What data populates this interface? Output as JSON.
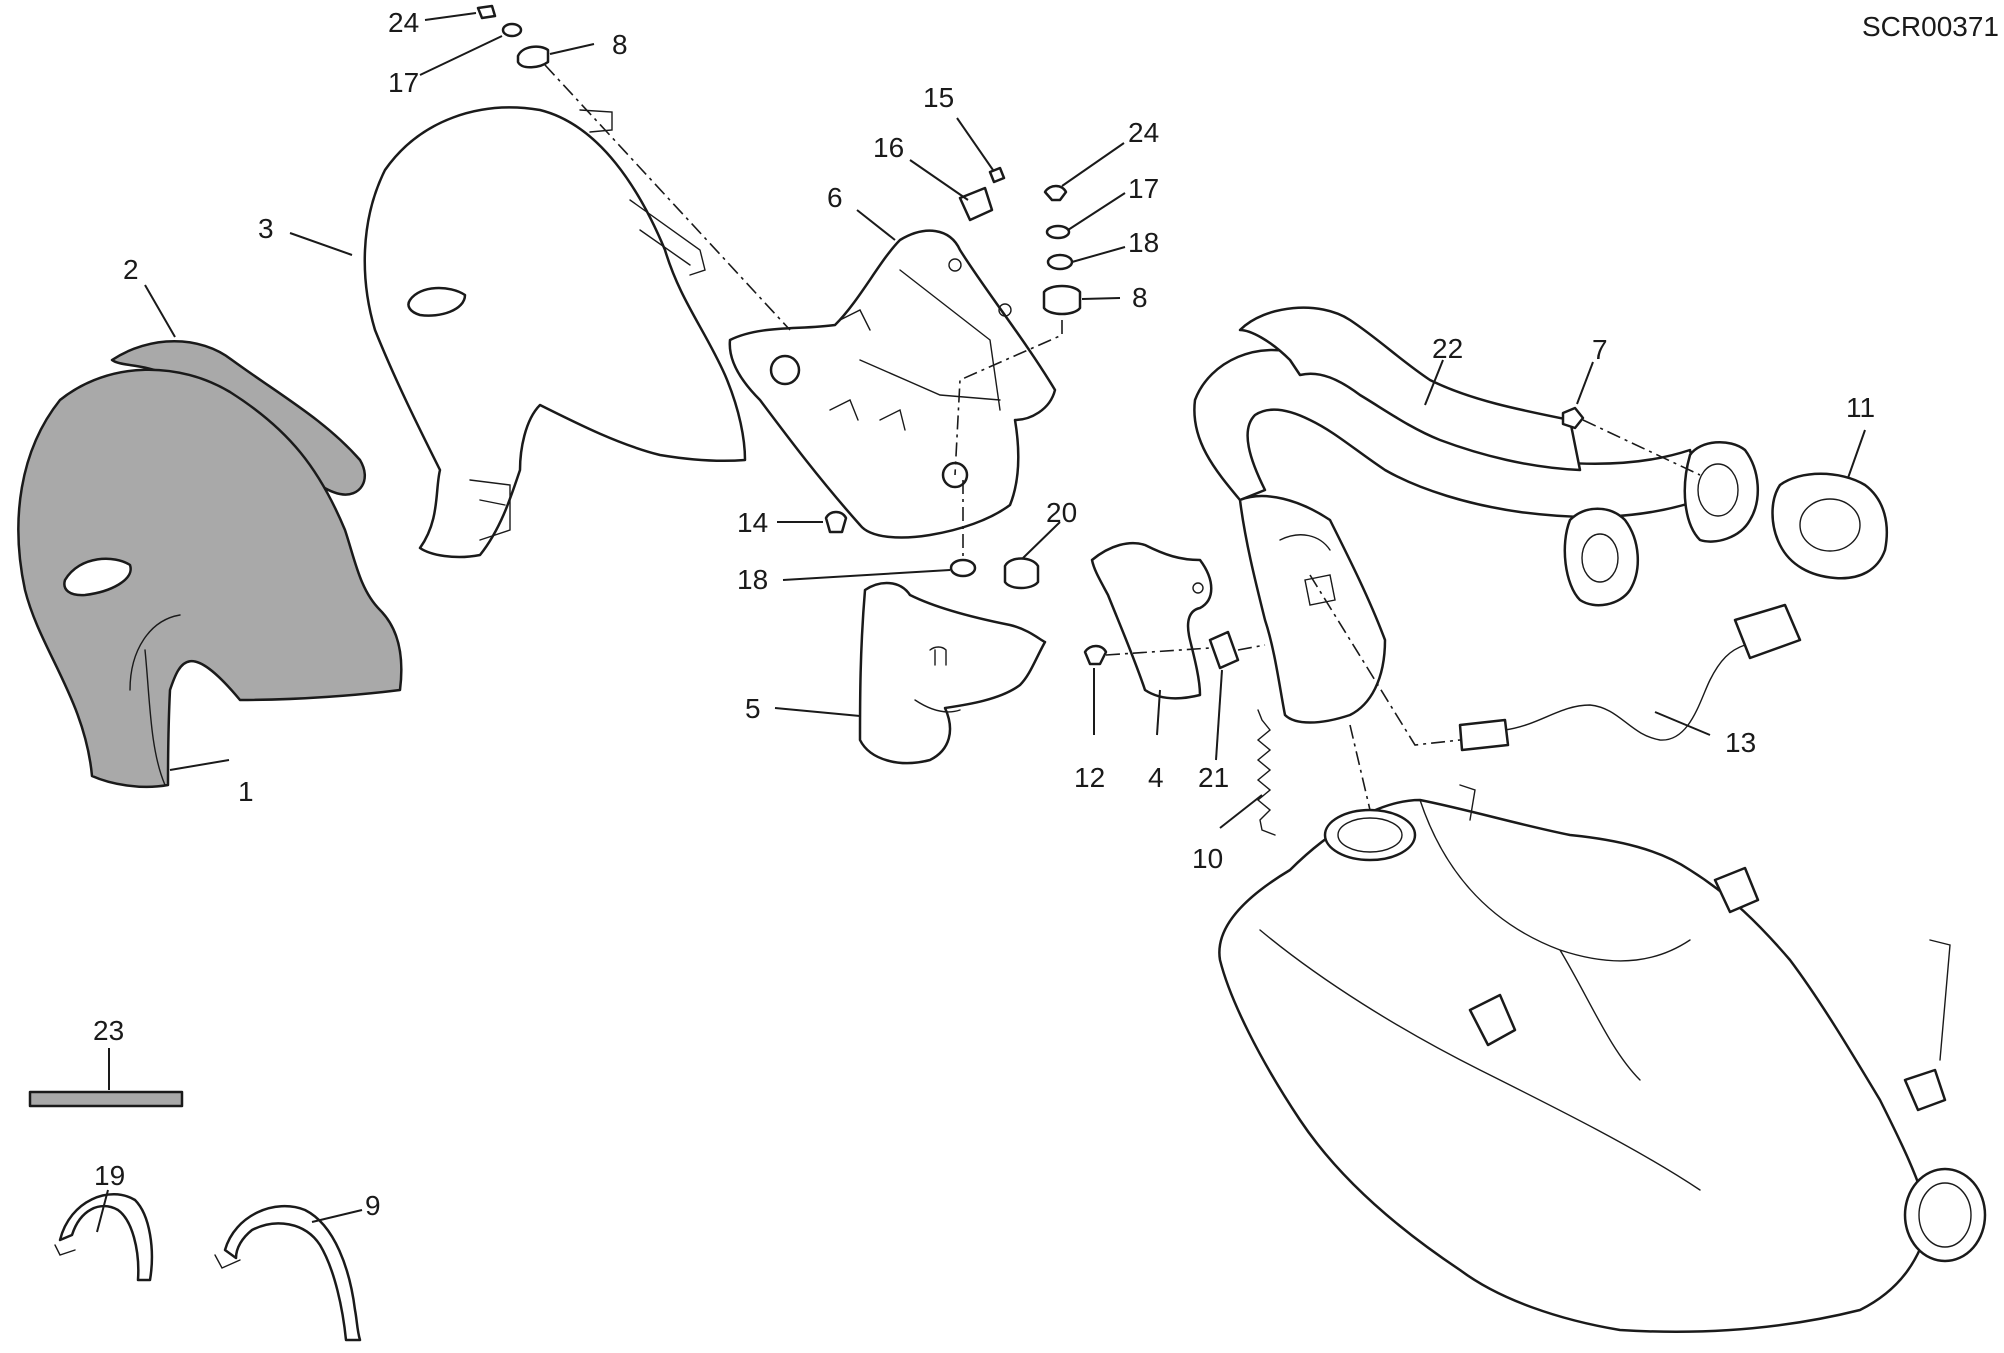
{
  "diagram": {
    "code": "SCR00371",
    "callouts": [
      {
        "id": "c1",
        "text": "1"
      },
      {
        "id": "c2",
        "text": "2"
      },
      {
        "id": "c3",
        "text": "3"
      },
      {
        "id": "c4",
        "text": "4"
      },
      {
        "id": "c5",
        "text": "5"
      },
      {
        "id": "c6",
        "text": "6"
      },
      {
        "id": "c7",
        "text": "7"
      },
      {
        "id": "c8a",
        "text": "8"
      },
      {
        "id": "c8b",
        "text": "8"
      },
      {
        "id": "c9",
        "text": "9"
      },
      {
        "id": "c10",
        "text": "10"
      },
      {
        "id": "c11",
        "text": "11"
      },
      {
        "id": "c12",
        "text": "12"
      },
      {
        "id": "c13",
        "text": "13"
      },
      {
        "id": "c14",
        "text": "14"
      },
      {
        "id": "c15",
        "text": "15"
      },
      {
        "id": "c16",
        "text": "16"
      },
      {
        "id": "c17a",
        "text": "17"
      },
      {
        "id": "c17b",
        "text": "17"
      },
      {
        "id": "c18a",
        "text": "18"
      },
      {
        "id": "c18b",
        "text": "18"
      },
      {
        "id": "c19",
        "text": "19"
      },
      {
        "id": "c20",
        "text": "20"
      },
      {
        "id": "c21",
        "text": "21"
      },
      {
        "id": "c22",
        "text": "22"
      },
      {
        "id": "c23",
        "text": "23"
      },
      {
        "id": "c24a",
        "text": "24"
      },
      {
        "id": "c24b",
        "text": "24"
      }
    ],
    "colors": {
      "line": "#1a1a1a",
      "insulation": "#a9a9a9",
      "background": "#ffffff"
    }
  }
}
